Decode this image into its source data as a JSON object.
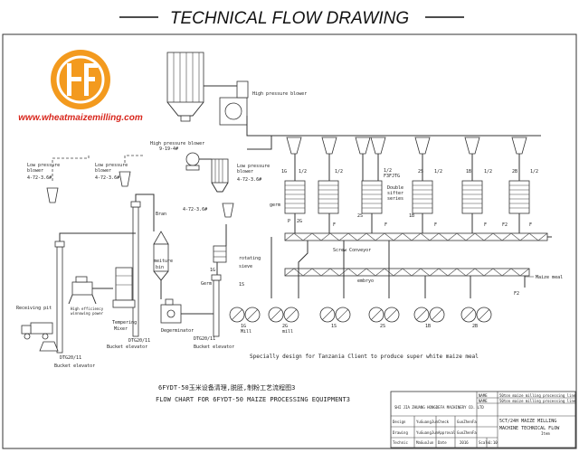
{
  "header": {
    "title": "TECHNICAL FLOW DRAWING"
  },
  "logo": {
    "website": "www.wheatmaizemilling.com"
  },
  "colors": {
    "logo_orange": "#f39a1e",
    "web_red": "#d8261c",
    "line": "#333333"
  },
  "labels": {
    "hp_blower_top": "High pressure blower",
    "hp_blower_mid": "High pressure blower",
    "hp_blower_mid_spec": "9-19-4#",
    "lp_blower_1": "Low pressure",
    "lp_blower_1b": "blower",
    "lp_blower_1_spec": "4-72-3.6#",
    "lp_blower_2": "Low pressure",
    "lp_blower_2b": "blower",
    "lp_blower_2_spec": "4-72-3.6#",
    "lp_blower_3": "Low pressure",
    "lp_blower_3b": "blower",
    "lp_blower_3_spec": "4-72-3.6#",
    "blower_4": "4-72-3.6#",
    "bran": "Bran",
    "meiture_bin": "meiture",
    "meiture_bin_b": "bin",
    "rotating_sieve": "rotating",
    "rotating_sieve_b": "sieve",
    "germ_left": "Germ",
    "germ_right": "germ",
    "receiving_pit": "Receiving pit",
    "bucket_elevator_1": "Bucket elevator",
    "bucket_elevator_2": "Bucket elevator",
    "bucket_elevator_3": "Bucket elevator",
    "tempering_mixer": "Tempering",
    "tempering_mixer_b": "Mixer",
    "degerminator": "Degerminator",
    "destoner": "High efficiency",
    "destoner_b": "winnowing power",
    "screw_conveyor": "Screw Conveyor",
    "embryo": "embryo",
    "maize_meal": "Maize meal",
    "double_sifter": "Double",
    "double_sifter_b": "sifter",
    "double_sifter_c": "series",
    "footnote": "Specially design for Tanzania Client to produce super white maize meal",
    "caption_cn": "6FYDT-50玉米设备清理,脱胚,制粉工艺流程图3",
    "caption_en": "FLOW CHART FOR 6FYDT-50 MAIZE PROCESSING EQUIPMENT3"
  },
  "elevator_codes": [
    "DTG20/11",
    "DTG20/11",
    "DTG20/11"
  ],
  "sifter_tags": [
    "1G",
    "1/2",
    "1/2",
    "F3FJTG",
    "1/2",
    "2S",
    "1/2",
    "1B",
    "1/2",
    "2B",
    "1/2"
  ],
  "flow_tags": [
    "P",
    "2G",
    "F",
    "2S",
    "F",
    "1B",
    "F",
    "F",
    "F2",
    "F",
    "F2",
    "1G",
    "2G",
    "1G",
    "1S"
  ],
  "mill_labels": [
    "1G",
    "Mill",
    "2G",
    "mill",
    "1S",
    "2S",
    "1B",
    "2B"
  ],
  "title_block": {
    "company": "SHI JIA ZHUANG HONGDEFA MACHINERY CO. LTD",
    "name_label_1": "NAME",
    "name_val_1": "50ton maize milling processing line",
    "name_label_2": "NAME",
    "name_val_2": "50ton maize milling processing line",
    "project": "5CT/24H MAIZE MILLING",
    "project_b": "MACHINE TECHNICAL FLOW",
    "item": "Item",
    "rows": [
      [
        "Design",
        "YuGuangJun",
        "Check",
        "GuoZhenFa"
      ],
      [
        "Drawing",
        "YuGuangJun",
        "Approval",
        "GuoZhenFa"
      ],
      [
        "Technic",
        "MaGuoJun",
        "Date",
        "2016",
        "Scale",
        "1:10"
      ]
    ]
  }
}
